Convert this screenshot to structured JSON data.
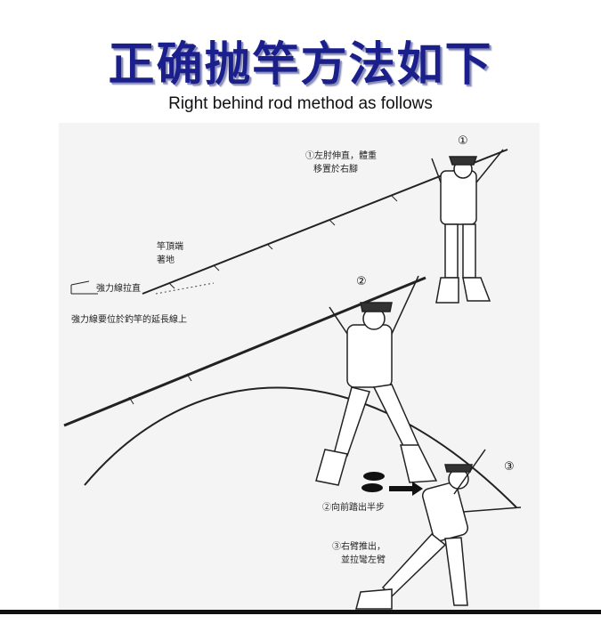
{
  "header": {
    "title": "正确抛竿方法如下",
    "subtitle": "Right behind rod method as follows"
  },
  "diagram": {
    "steps": [
      {
        "number": "①",
        "label_line1": "①左肘伸直，體重",
        "label_line2": "移置於右腳"
      },
      {
        "number": "②"
      },
      {
        "number": "③"
      }
    ],
    "annotations": {
      "rod_tip": "竿頂端",
      "touch_ground": "著地",
      "line_straight": "強力線拉直",
      "line_position": "強力線要位於釣竿的延長線上",
      "step_forward": "②向前踏出半步",
      "right_arm_line1": "③右臂推出，",
      "right_arm_line2": "並拉彎左臂"
    },
    "colors": {
      "title": "#1a1f8c",
      "ink": "#222222"
    }
  }
}
